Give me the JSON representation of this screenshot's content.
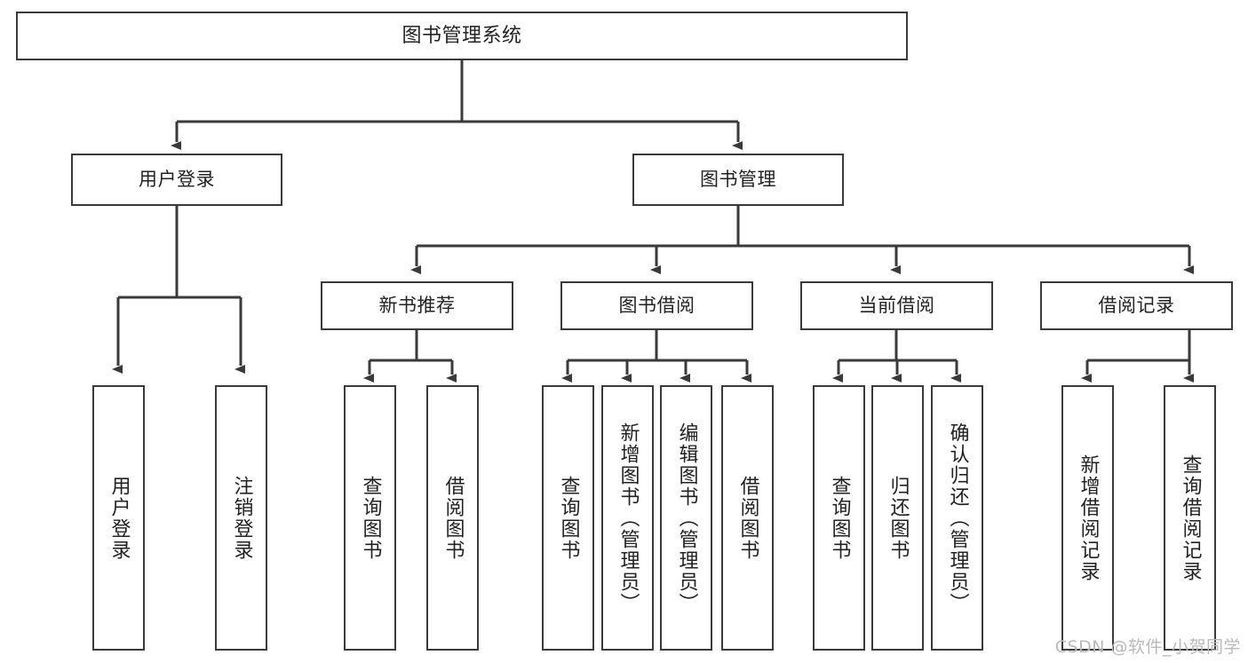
{
  "diagram": {
    "title": "图书管理系统",
    "type": "tree-hierarchy",
    "watermark": "CSDN @软件_小贺同学",
    "colors": {
      "box_border": "#3a3a3a",
      "box_fill": "#ffffff",
      "connector": "#3a3a3a",
      "text": "#222222",
      "watermark": "#b9b9b9"
    },
    "root": {
      "label": "图书管理系统"
    },
    "level2": [
      {
        "label": "用户登录"
      },
      {
        "label": "图书管理"
      }
    ],
    "level3": [
      {
        "label": "新书推荐"
      },
      {
        "label": "图书借阅"
      },
      {
        "label": "当前借阅"
      },
      {
        "label": "借阅记录"
      }
    ],
    "leaves": {
      "user_login": [
        {
          "label": "用户登录"
        },
        {
          "label": "注销登录"
        }
      ],
      "new_book_recommend": [
        {
          "label": "查询图书"
        },
        {
          "label": "借阅图书"
        }
      ],
      "book_borrow": [
        {
          "label": "查询图书"
        },
        {
          "label": "新增图书（管理员）"
        },
        {
          "label": "编辑图书（管理员）"
        },
        {
          "label": "借阅图书"
        }
      ],
      "current_borrow": [
        {
          "label": "查询图书"
        },
        {
          "label": "归还图书"
        },
        {
          "label": "确认归还（管理员）"
        }
      ],
      "borrow_records": [
        {
          "label": "新增借阅记录"
        },
        {
          "label": "查询借阅记录"
        }
      ]
    }
  }
}
